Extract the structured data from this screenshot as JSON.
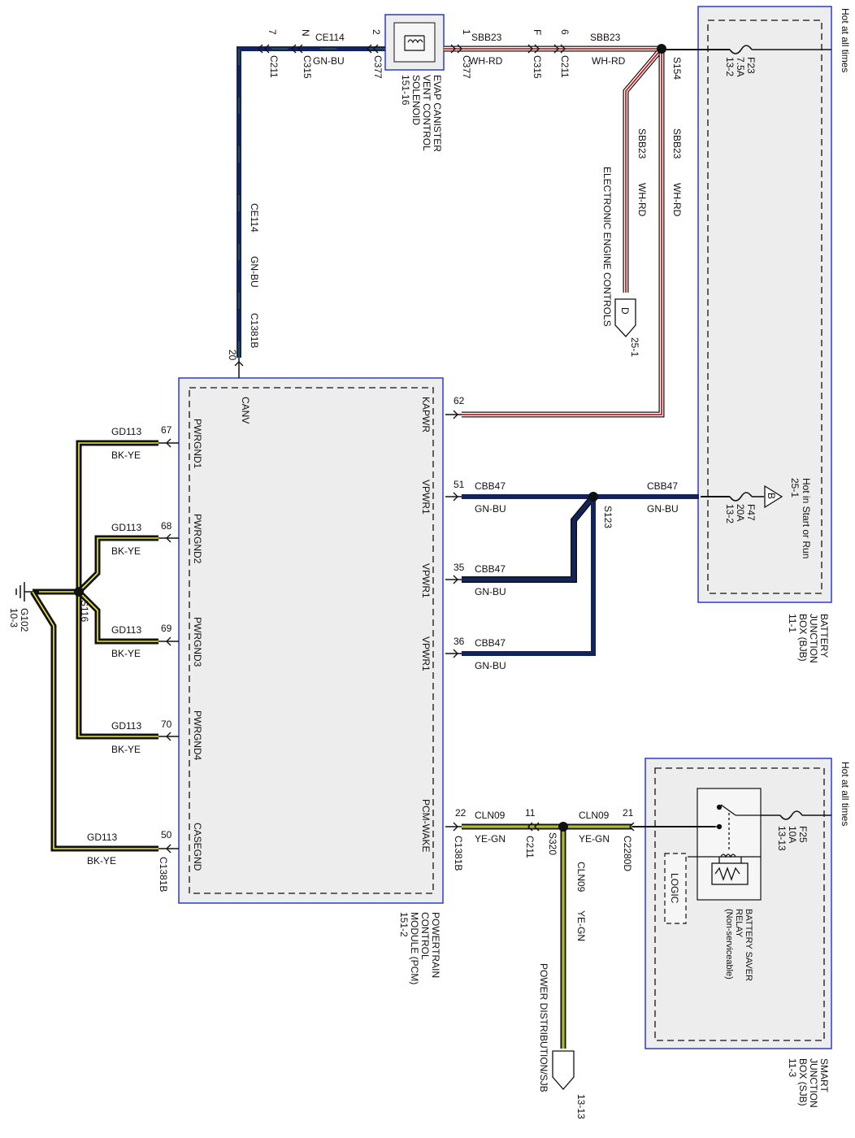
{
  "hot_at_all_times": "Hot at all times",
  "hot_in_start_run": "Hot in Start or Run",
  "bjb": {
    "name_lines": [
      "BATTERY",
      "JUNCTION",
      "BOX (BJB)",
      "11-1"
    ]
  },
  "sjb": {
    "name_lines": [
      "SMART",
      "JUNCTION",
      "BOX (SJB)",
      "11-3"
    ]
  },
  "pcm": {
    "name_lines": [
      "POWERTRAIN",
      "CONTROL",
      "MODULE (PCM)",
      "151-2"
    ]
  },
  "evap": {
    "name_lines": [
      "EVAP CANISTER",
      "VENT CONTROL",
      "SOLENOID",
      "151-16"
    ]
  },
  "relay": {
    "name_lines": [
      "BATTERY SAVER",
      "RELAY",
      "(Non-serviceable)"
    ],
    "logic": "LOGIC"
  },
  "fuses": {
    "f23": [
      "F23",
      "7.5A",
      "13-2"
    ],
    "f47": [
      "F47",
      "20A",
      "13-2"
    ],
    "f25": [
      "F25",
      "10A",
      "13-13"
    ]
  },
  "ref_b": {
    "letter": "B",
    "page": "25-1"
  },
  "ref_d": {
    "letter": "D",
    "page": "25-1",
    "label": "ELECTRONIC ENGINE CONTROLS"
  },
  "ref_pd": {
    "page": "13-13",
    "label": "POWER DISTRIBUTION/SJB"
  },
  "ground": {
    "name": "G102",
    "page": "10-3"
  },
  "splices": {
    "s154": "S154",
    "s123": "S123",
    "s116": "S116",
    "s320": "S320"
  },
  "top_connectors": {
    "c211_7": {
      "pin": "7",
      "conn": "C211"
    },
    "c315_n": {
      "pin": "N",
      "conn": "C315"
    },
    "c377_2": {
      "pin": "2",
      "conn": "C377"
    },
    "c377_1": {
      "pin": "1",
      "conn": "C377"
    },
    "c315_f": {
      "pin": "F",
      "conn": "C315"
    },
    "c211_6": {
      "pin": "6",
      "conn": "C211"
    }
  },
  "top_wires": {
    "ce114": {
      "circuit": "CE114",
      "color": "GN-BU"
    },
    "sbb23_a": {
      "circuit": "SBB23",
      "color": "WH-RD"
    },
    "sbb23_b": {
      "circuit": "SBB23",
      "color": "WH-RD"
    },
    "sbb23_eec": {
      "circuit": "SBB23",
      "color": "WH-RD"
    },
    "sbb23_pcm": {
      "circuit": "SBB23",
      "color": "WH-RD"
    }
  },
  "canv": {
    "pin": "20",
    "connector": "C1381B",
    "signal": "CANV",
    "circuit": "CE114",
    "color": "GN-BU"
  },
  "kapwr": {
    "pin": "62",
    "signal": "KAPWR"
  },
  "vpwr_bus": {
    "circuit": "CBB47",
    "color": "GN-BU"
  },
  "vpwr": [
    {
      "pin": "51",
      "signal": "VPWR1",
      "circuit": "CBB47",
      "color": "GN-BU"
    },
    {
      "pin": "35",
      "signal": "VPWR1",
      "circuit": "CBB47",
      "color": "GN-BU"
    },
    {
      "pin": "36",
      "signal": "VPWR1",
      "circuit": "CBB47",
      "color": "GN-BU"
    }
  ],
  "grounds": [
    {
      "pin": "67",
      "signal": "PWRGND1",
      "circuit": "GD113",
      "color": "BK-YE"
    },
    {
      "pin": "68",
      "signal": "PWRGND2",
      "circuit": "GD113",
      "color": "BK-YE"
    },
    {
      "pin": "69",
      "signal": "PWRGND3",
      "circuit": "GD113",
      "color": "BK-YE"
    },
    {
      "pin": "70",
      "signal": "PWRGND4",
      "circuit": "GD113",
      "color": "BK-YE"
    },
    {
      "pin": "50",
      "signal": "CASEGND",
      "circuit": "GD113",
      "color": "BK-YE"
    }
  ],
  "casegnd_connector": "C1381B",
  "wake": {
    "pin_pcm": "22",
    "conn_pcm": "C1381B",
    "signal": "PCM-WAKE",
    "pin_c211": "11",
    "conn_c211": "C211",
    "pin_c2280": "21",
    "conn_c2280": "C2280D",
    "circuit": "CLN09",
    "color": "YE-GN"
  },
  "wire_colors": {
    "gn_bu": "#12235e",
    "wh_rd_red": "#d8191c",
    "bk_ye_yellow": "#f2ec2b",
    "box_border": "#2b3bd0",
    "box_fill": "#ededed"
  }
}
